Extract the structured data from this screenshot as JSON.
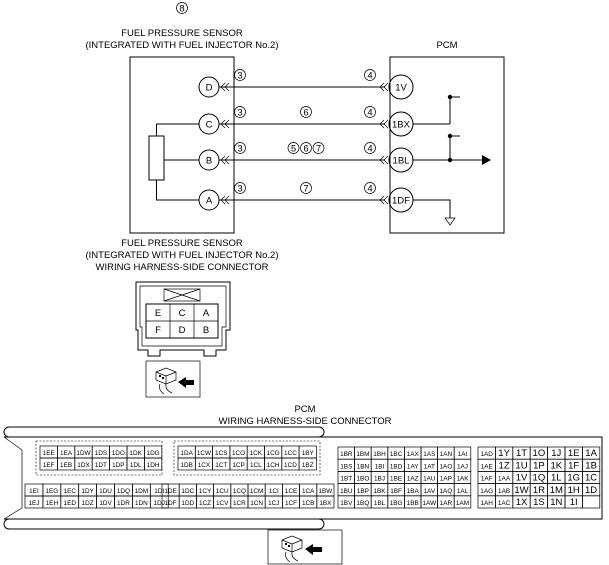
{
  "circuit_ref": "8",
  "sensor": {
    "title_line1": "FUEL PRESSURE SENSOR",
    "title_line2": "(INTEGRATED WITH FUEL INJECTOR No.2)",
    "terminals": [
      "D",
      "C",
      "B",
      "A"
    ]
  },
  "pcm": {
    "title": "PCM",
    "terminals": [
      "1V",
      "1BX",
      "1BL",
      "1DF"
    ]
  },
  "wires": [
    {
      "from": "D",
      "to": "1V",
      "left_ref": "3",
      "mid_refs": [],
      "right_ref": "4"
    },
    {
      "from": "C",
      "to": "1BX",
      "left_ref": "3",
      "mid_refs": [
        "6"
      ],
      "right_ref": "4"
    },
    {
      "from": "B",
      "to": "1BL",
      "left_ref": "3",
      "mid_refs": [
        "5",
        "6",
        "7"
      ],
      "right_ref": "4"
    },
    {
      "from": "A",
      "to": "1DF",
      "left_ref": "3",
      "mid_refs": [
        "7"
      ],
      "right_ref": "4"
    }
  ],
  "sensor_connector": {
    "title_line1": "FUEL PRESSURE SENSOR",
    "title_line2": "(INTEGRATED WITH FUEL INJECTOR No.2)",
    "title_line3": "WIRING HARNESS-SIDE CONNECTOR",
    "top_row": [
      "E",
      "C",
      "A"
    ],
    "bottom_row": [
      "F",
      "D",
      "B"
    ]
  },
  "pcm_connector": {
    "title_line1": "PCM",
    "title_line2": "WIRING HARNESS-SIDE CONNECTOR",
    "block_a_top": [
      "1EE",
      "1EA",
      "1DW",
      "1DS",
      "1DO",
      "1DK",
      "1DG"
    ],
    "block_a_bottom": [
      "1EF",
      "1EB",
      "1DX",
      "1DT",
      "1DP",
      "1DL",
      "1DH"
    ],
    "block_b_top": [
      "1EI",
      "1EG",
      "1EC",
      "1DY",
      "1DU",
      "1DQ",
      "1DM",
      "1DI"
    ],
    "block_b_bottom": [
      "1EJ",
      "1EH",
      "1ED",
      "1DZ",
      "1DV",
      "1DR",
      "1DN",
      "1DJ"
    ],
    "block_c_top": [
      "1DA",
      "1CW",
      "1CS",
      "1CO",
      "1CK",
      "1CG",
      "1CC",
      "1BY"
    ],
    "block_c_bottom": [
      "1DB",
      "1CX",
      "1CT",
      "1CP",
      "1CL",
      "1CH",
      "1CD",
      "1BZ"
    ],
    "block_d_top": [
      "1DE",
      "1DC",
      "1CY",
      "1CU",
      "1CQ",
      "1CM",
      "1CI",
      "1CE",
      "1CA",
      "1BW"
    ],
    "block_d_bottom": [
      "1DF",
      "1DD",
      "1CZ",
      "1CV",
      "1CR",
      "1CN",
      "1CJ",
      "1CF",
      "1CB",
      "1BX"
    ],
    "block_e_rows": [
      [
        "1BR",
        "1BM",
        "1BH",
        "1BC",
        "1AX",
        "1AS",
        "1AN",
        "1AI"
      ],
      [
        "1BS",
        "1BN",
        "1BI",
        "1BD",
        "1AY",
        "1AT",
        "1AO",
        "1AJ"
      ],
      [
        "1BT",
        "1BO",
        "1BJ",
        "1BE",
        "1AZ",
        "1AU",
        "1AP",
        "1AK"
      ],
      [
        "1BU",
        "1BP",
        "1BK",
        "1BF",
        "1BA",
        "1AV",
        "1AQ",
        "1AL"
      ],
      [
        "1BV",
        "1BQ",
        "1BL",
        "1BG",
        "1BB",
        "1AW",
        "1AR",
        "1AM"
      ]
    ],
    "block_f_rows": [
      [
        "1AD",
        "1Y",
        "1T",
        "1O",
        "1J",
        "1E",
        "1A"
      ],
      [
        "1AE",
        "1Z",
        "1U",
        "1P",
        "1K",
        "1F",
        "1B"
      ],
      [
        "1AF",
        "1AA",
        "1V",
        "1Q",
        "1L",
        "1G",
        "1C"
      ],
      [
        "1AG",
        "1AB",
        "1W",
        "1R",
        "1M",
        "1H",
        "1D"
      ],
      [
        "1AH",
        "1AC",
        "1X",
        "1S",
        "1N",
        "1I",
        ""
      ]
    ]
  }
}
